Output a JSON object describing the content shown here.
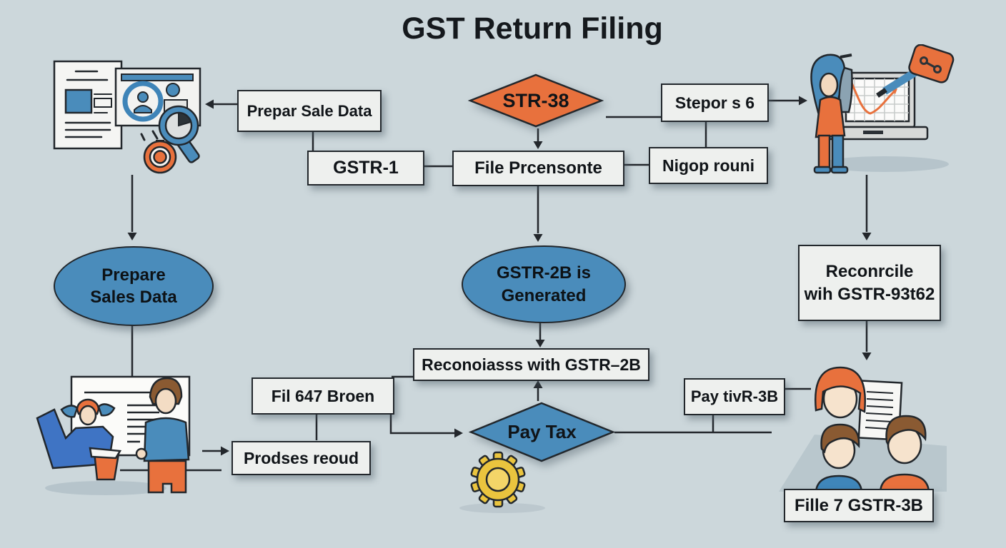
{
  "title": "GST Return Filing",
  "diagram": {
    "nodes": {
      "prepar_sale_data": "Prepar Sale Data",
      "str_38": "STR-38",
      "stepor_s_6": "Stepor s 6",
      "gstr_1": "GSTR-1",
      "file_prcensonte": "File Prcensonte",
      "nigop_rouni": "Nigop rouni",
      "prepare_sales_data": "Prepare\nSales Data",
      "gstr_2b_generated": "GSTR-2B is\nGenerated",
      "reconrcile_gstr": "Reconrcile\nwih GSTR-93t62",
      "reconoiasss_gstr_2b": "Reconoiasss with GSTR–2B",
      "fil_647_broen": "Fil 647 Broen",
      "pay_tax": "Pay Tax",
      "pay_tivr_3b": "Pay tivR-3B",
      "prodses_reoud": "Prodses reoud",
      "fille_7_gstr_3b": "Fille 7 GSTR-3B"
    },
    "icons": [
      "documents-review-illustration",
      "analytics-presenter-illustration",
      "team-whiteboard-illustration",
      "team-review-illustration",
      "gear-icon"
    ],
    "colors": {
      "background": "#ccd7db",
      "box_fill": "#eef0ee",
      "outline": "#22272c",
      "orange": "#e8713d",
      "blue": "#4a8cbb",
      "royal_blue": "#3f74c4",
      "gear_yellow": "#eac43e",
      "text": "#101418"
    }
  }
}
